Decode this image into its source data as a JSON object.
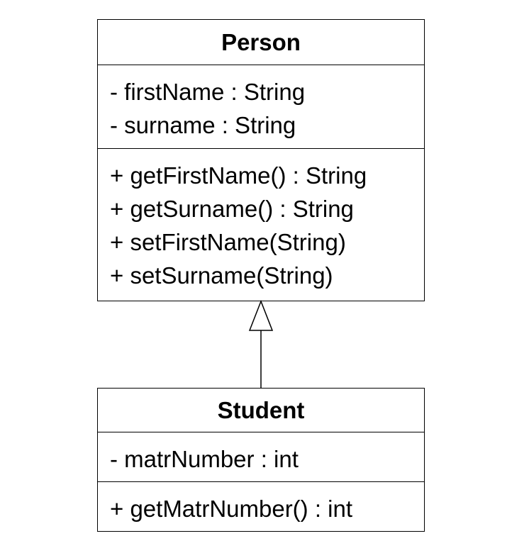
{
  "person": {
    "name": "Person",
    "attributes": [
      "- firstName : String",
      "- surname : String"
    ],
    "operations": [
      "+ getFirstName() : String",
      "+ getSurname() : String",
      "+ setFirstName(String)",
      "+ setSurname(String)"
    ]
  },
  "student": {
    "name": "Student",
    "attributes": [
      "- matrNumber : int"
    ],
    "operations": [
      "+ getMatrNumber() : int"
    ]
  },
  "colors": {
    "stroke": "#000000",
    "background": "#ffffff"
  }
}
